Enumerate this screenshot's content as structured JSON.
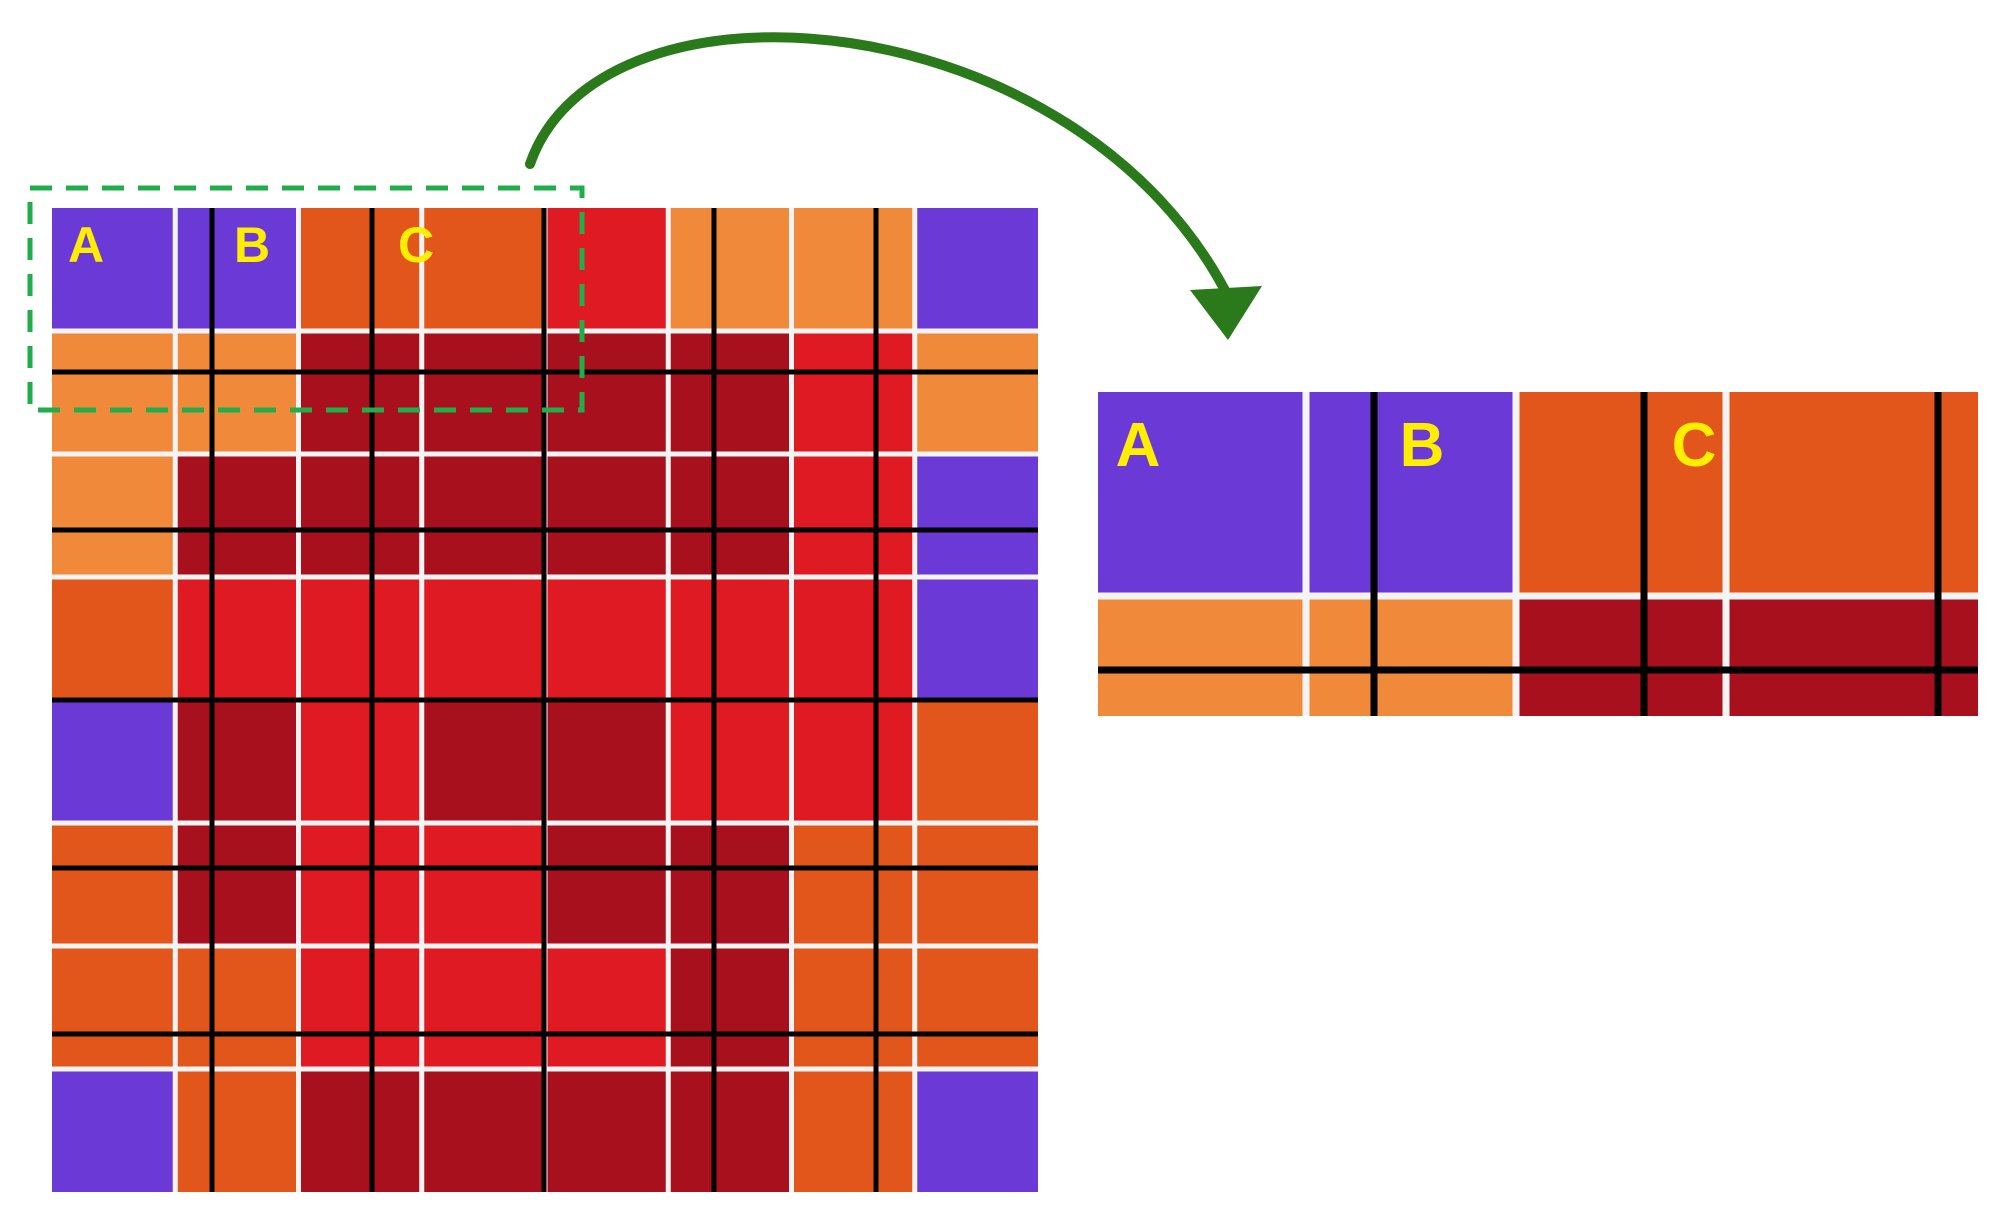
{
  "grid_labels": [
    "A",
    "B",
    "C"
  ],
  "zoom_labels": [
    "A",
    "B",
    "C"
  ],
  "colors": {
    "purple": "#6b3ad6",
    "orange": "#f0893a",
    "dark_orange": "#e2561c",
    "red": "#e01a22",
    "dark_red": "#a8101e",
    "label_yellow": "#ffee00",
    "highlight_box": "#1fae4a",
    "arrow": "#2a7a1c"
  },
  "grid_colors": [
    [
      "purple",
      "purple",
      "dark_orange",
      "dark_orange",
      "red",
      "orange",
      "orange",
      "purple"
    ],
    [
      "orange",
      "orange",
      "dark_red",
      "dark_red",
      "dark_red",
      "dark_red",
      "red",
      "orange"
    ],
    [
      "orange",
      "dark_red",
      "dark_red",
      "dark_red",
      "dark_red",
      "dark_red",
      "red",
      "purple"
    ],
    [
      "dark_orange",
      "red",
      "red",
      "red",
      "red",
      "red",
      "red",
      "purple"
    ],
    [
      "purple",
      "dark_red",
      "red",
      "dark_red",
      "dark_red",
      "red",
      "red",
      "dark_orange"
    ],
    [
      "dark_orange",
      "dark_red",
      "red",
      "red",
      "dark_red",
      "dark_red",
      "dark_orange",
      "dark_orange"
    ],
    [
      "dark_orange",
      "dark_orange",
      "red",
      "red",
      "red",
      "dark_red",
      "dark_orange",
      "dark_orange"
    ],
    [
      "purple",
      "dark_orange",
      "dark_red",
      "dark_red",
      "dark_red",
      "dark_red",
      "dark_orange",
      "purple"
    ]
  ],
  "zoom_colors": [
    [
      "purple",
      "purple",
      "dark_orange",
      "dark_orange"
    ],
    [
      "orange",
      "orange",
      "dark_red",
      "dark_red"
    ]
  ]
}
